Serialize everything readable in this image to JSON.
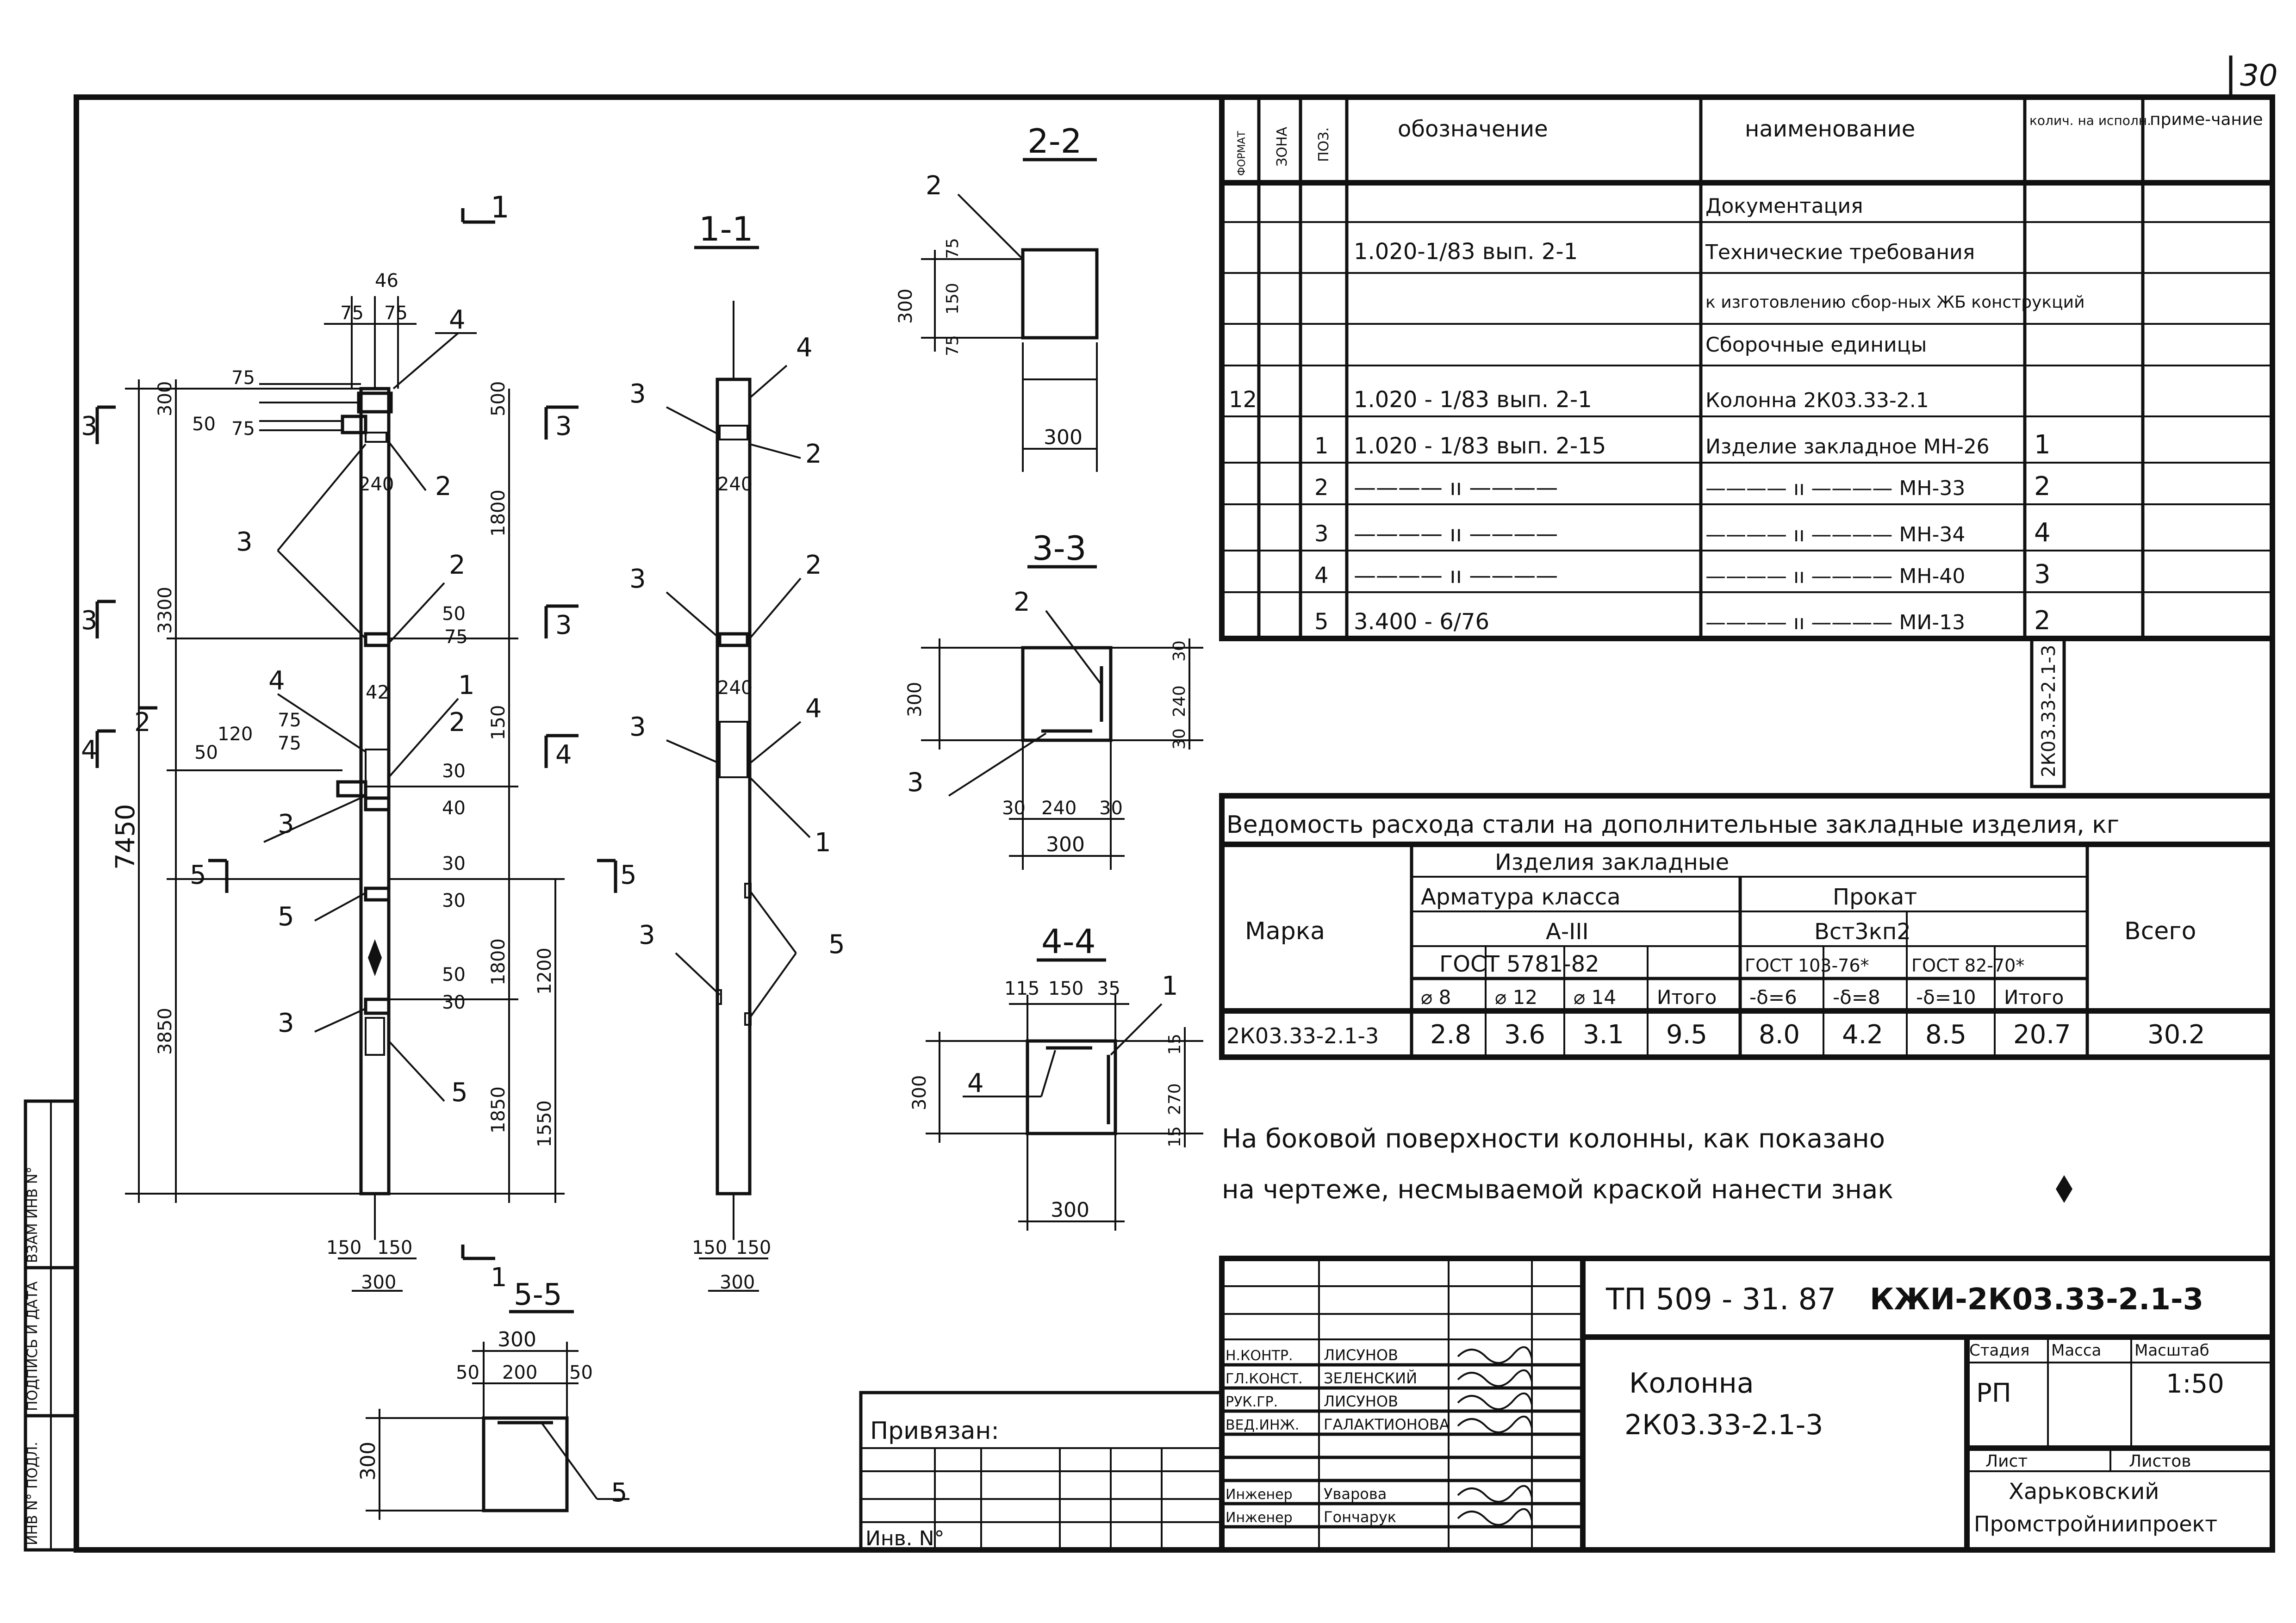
{
  "sheet_number": "30",
  "drawing": {
    "section_marks": {
      "s1": "1",
      "s2": "2",
      "s3": "3",
      "s4": "4",
      "s5": "5"
    },
    "section_titles": {
      "t11": "1-1",
      "t22": "2-2",
      "t33": "3-3",
      "t44": "4-4",
      "t55": "5-5"
    },
    "dims_elevation": {
      "d46": "46",
      "d75a": "75",
      "d75b": "75",
      "d300": "300",
      "d75c": "75",
      "d50a": "50",
      "d75d": "75",
      "d500": "500",
      "d240": "240",
      "d1800a": "1800",
      "d3300": "3300",
      "d50b": "50",
      "d75e": "75",
      "d42": "42",
      "d50c": "50",
      "d120": "120",
      "d75f": "75",
      "d75g": "75",
      "d150a": "150",
      "d30a": "30",
      "d40a": "40",
      "d7450": "7450",
      "d30b": "30",
      "d30c": "30",
      "d1800b": "1800",
      "d1200": "1200",
      "d50d": "50",
      "d30d": "30",
      "d3850": "3850",
      "d1850": "1850",
      "d1550": "1550",
      "d150b": "150",
      "d150c": "150",
      "d300b": "300"
    },
    "dims_section11": {
      "d240": "240",
      "d240b": "240",
      "d150a": "150",
      "d150b": "150",
      "d300": "300"
    },
    "dims_section22": {
      "d300v": "300",
      "d75a": "75",
      "d150": "150",
      "d75b": "75",
      "d300h": "300"
    },
    "dims_section33": {
      "d300v": "300",
      "d30a": "30",
      "d240v": "240",
      "d30b": "30",
      "d30c": "30",
      "d240h": "240",
      "d30d": "30",
      "d300h": "300"
    },
    "dims_section44": {
      "d115": "115",
      "d150": "150",
      "d35": "35",
      "d15a": "15",
      "d270": "270",
      "d15b": "15",
      "d300v": "300",
      "d300h": "300"
    },
    "dims_section55": {
      "d300": "300",
      "d50a": "50",
      "d200": "200",
      "d50b": "50",
      "d300v": "300"
    },
    "callouts": {
      "c1": "1",
      "c2": "2",
      "c3": "3",
      "c4": "4",
      "c5": "5"
    }
  },
  "spec_table": {
    "headers": {
      "format": "ФОРМАТ",
      "zone": "ЗОНА",
      "pos": "ПОЗ.",
      "designation": "обозначение",
      "name": "наименование",
      "qty": "колич. на исполн.",
      "note": "приме-чание"
    },
    "rows": [
      {
        "format": "",
        "pos": "",
        "designation": "",
        "name": "Документация",
        "qty": ""
      },
      {
        "format": "",
        "pos": "",
        "designation": "1.020-1/83 вып. 2-1",
        "name": "Технические требования",
        "qty": ""
      },
      {
        "format": "",
        "pos": "",
        "designation": "",
        "name": "к изготовлению сбор-ных ЖБ конструкций",
        "qty": ""
      },
      {
        "format": "",
        "pos": "",
        "designation": "",
        "name": "Сборочные единицы",
        "qty": ""
      },
      {
        "format": "12",
        "pos": "",
        "designation": "1.020 - 1/83 вып. 2-1",
        "name": "Колонна 2К03.33-2.1",
        "qty": ""
      },
      {
        "format": "",
        "pos": "1",
        "designation": "1.020 - 1/83 вып. 2-15",
        "name": "Изделие закладное МН-26",
        "qty": "1"
      },
      {
        "format": "",
        "pos": "2",
        "designation": "———— ıı ————",
        "name": "———— ıı ———— МН-33",
        "qty": "2"
      },
      {
        "format": "",
        "pos": "3",
        "designation": "———— ıı ————",
        "name": "———— ıı ———— МН-34",
        "qty": "4"
      },
      {
        "format": "",
        "pos": "4",
        "designation": "———— ıı ————",
        "name": "———— ıı ———— МН-40",
        "qty": "3"
      },
      {
        "format": "",
        "pos": "5",
        "designation": "3.400 - 6/76",
        "name": "———— ıı ———— МИ-13",
        "qty": "2"
      }
    ],
    "qty_column_vertical": "2К03.33-2.1-3"
  },
  "steel_table": {
    "title": "Ведомость расхода стали на дополнительные закладные изделия, кг",
    "marka": "Марка",
    "group": "Изделия закладные",
    "armatura": "Арматура класса",
    "armatura_class": "А-III",
    "armatura_gost": "ГОСТ 5781-82",
    "prokat": "Прокат",
    "prokat_grade": "Вст3кп2",
    "gost1": "ГОСТ 103-76*",
    "gost2": "ГОСТ 82-70*",
    "total": "Всего",
    "cols": [
      "⌀ 8",
      "⌀ 12",
      "⌀ 14",
      "Итого",
      "-δ=6",
      "-δ=8",
      "-δ=10",
      "Итого"
    ],
    "row_mark": "2К03.33-2.1-3",
    "row_values": [
      "2.8",
      "3.6",
      "3.1",
      "9.5",
      "8.0",
      "4.2",
      "8.5",
      "20.7"
    ],
    "row_total": "30.2"
  },
  "note": {
    "line1": "На боковой поверхности колонны, как показано",
    "line2": "на чертеже, несмываемой краской нанести знак"
  },
  "title_block": {
    "code": "ТП 509 - 31. 87",
    "mark": "КЖИ-2К03.33-2.1-3",
    "object_name_1": "Колонна",
    "object_name_2": "2К03.33-2.1-3",
    "stage_label": "Стадия",
    "mass_label": "Масса",
    "scale_label": "Масштаб",
    "stage": "РП",
    "scale": "1:50",
    "sheet_label": "Лист",
    "sheets_label": "Листов",
    "org_1": "Харьковский",
    "org_2": "Промстройниипроект",
    "privyazan": "Привязан:",
    "inv": "Инв. N°",
    "staff": [
      {
        "role": "Н.КОНТР.",
        "name": "ЛИСУНОВ"
      },
      {
        "role": "ГЛ.КОНСТ.",
        "name": "ЗЕЛЕНСКИЙ"
      },
      {
        "role": "РУК.ГР.",
        "name": "ЛИСУНОВ"
      },
      {
        "role": "ВЕД.ИНЖ.",
        "name": "ГАЛАКТИОНОВА"
      },
      {
        "role": "Инженер",
        "name": "Уварова"
      },
      {
        "role": "Инженер",
        "name": "Гончарук"
      }
    ]
  },
  "left_strip": {
    "f1": "ИНВ N° ПОДЛ.",
    "f2": "ПОДПИСЬ И ДАТА",
    "f3": "ВЗАМ ИНВ N°"
  }
}
